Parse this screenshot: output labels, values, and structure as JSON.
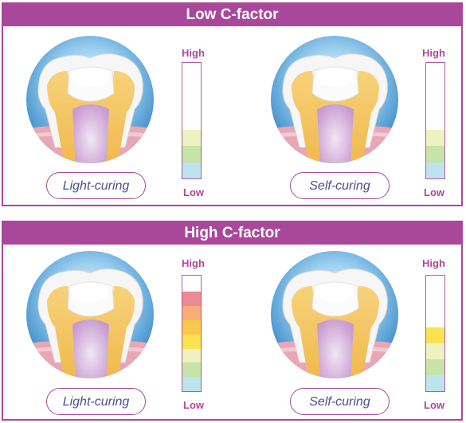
{
  "panels": [
    {
      "title": "Low C-factor",
      "cases": [
        {
          "caption": "Light-curing",
          "scale_high": "High",
          "scale_low": "Low",
          "stress_level_fraction": 0.42,
          "segments": [
            "#bde3ee",
            "#c6e3a8",
            "#eef1c0"
          ]
        },
        {
          "caption": "Self-curing",
          "scale_high": "High",
          "scale_low": "Low",
          "stress_level_fraction": 0.42,
          "segments": [
            "#bde3ee",
            "#c6e3a8",
            "#eef1c0"
          ]
        }
      ]
    },
    {
      "title": "High C-factor",
      "cases": [
        {
          "caption": "Light-curing",
          "scale_high": "High",
          "scale_low": "Low",
          "stress_level_fraction": 0.86,
          "segments": [
            "#bde3ee",
            "#c6e3a8",
            "#eef1c0",
            "#fbe24f",
            "#f9c84c",
            "#f6ad78",
            "#ec8a93"
          ]
        },
        {
          "caption": "Self-curing",
          "scale_high": "High",
          "scale_low": "Low",
          "stress_level_fraction": 0.55,
          "segments": [
            "#bde3ee",
            "#c6e3a8",
            "#eef1c0",
            "#fbe24f"
          ]
        }
      ]
    }
  ],
  "colors": {
    "accent": "#a9489a",
    "caption_text": "#4a4f8e",
    "label_text": "#b0479e"
  }
}
